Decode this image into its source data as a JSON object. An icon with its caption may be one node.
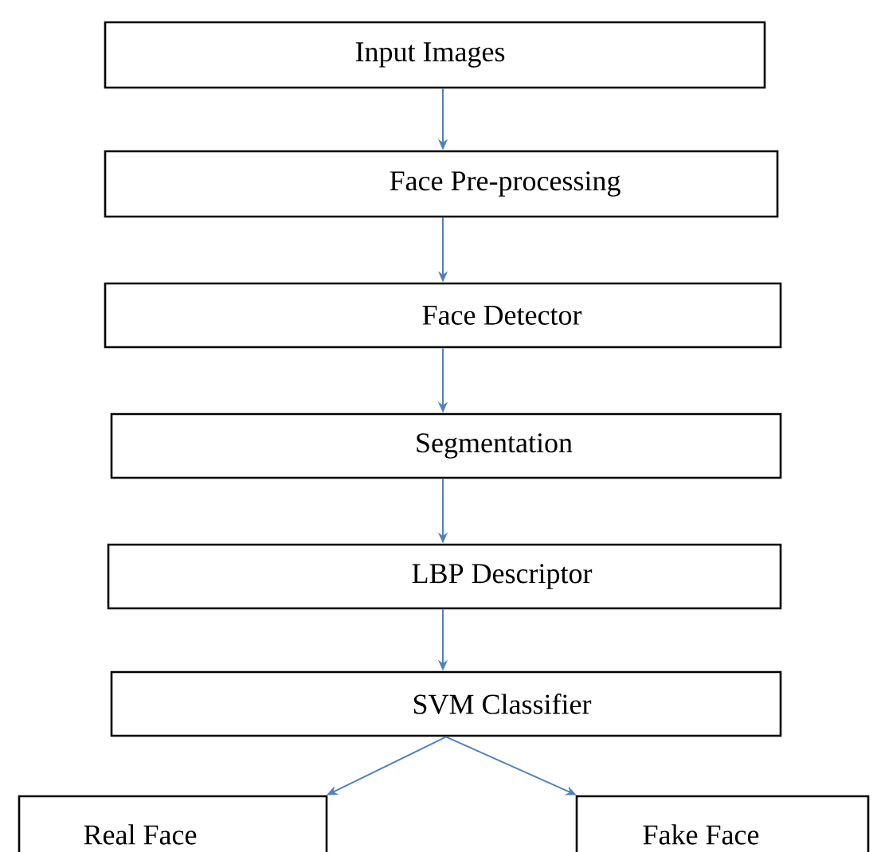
{
  "diagram": {
    "nodes": [
      {
        "text": [
          "Input Images"
        ]
      },
      {
        "text": [
          "Face Pre-processing"
        ]
      },
      {
        "text": [
          "Face Detector"
        ]
      },
      {
        "text": [
          "Segmentation"
        ]
      },
      {
        "text": [
          "LBP Descriptor"
        ]
      },
      {
        "text": [
          "SVM Classifier"
        ]
      },
      {
        "text": [
          "Real Face"
        ]
      },
      {
        "text": [
          "Fake Face"
        ]
      }
    ],
    "edges": [
      {
        "from": 0,
        "to": 1,
        "arrow": "to"
      },
      {
        "from": 1,
        "to": 2,
        "arrow": "to"
      },
      {
        "from": 2,
        "to": 3,
        "arrow": "to"
      },
      {
        "from": 3,
        "to": 4,
        "arrow": "to"
      },
      {
        "from": 4,
        "to": 5,
        "arrow": "to"
      },
      {
        "from": 5,
        "to": 6,
        "arrow": "to"
      },
      {
        "from": 5,
        "to": 7,
        "arrow": "to"
      }
    ]
  }
}
